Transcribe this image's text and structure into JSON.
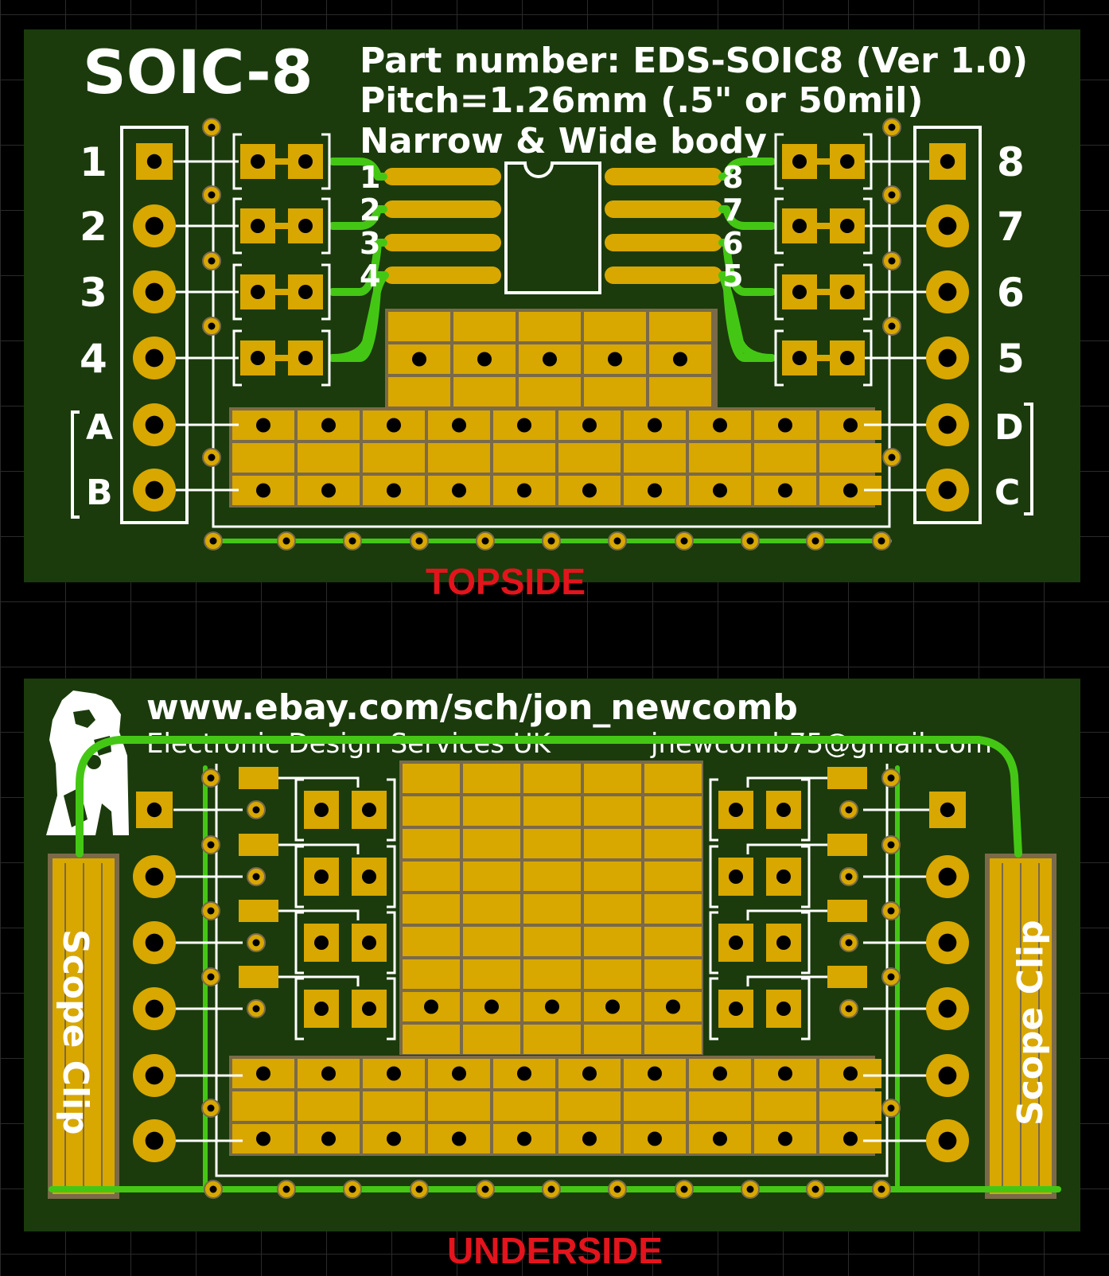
{
  "topside": {
    "title": "SOIC-8",
    "part_number": "Part number: EDS-SOIC8  (Ver 1.0)",
    "pitch": "Pitch=1.26mm (.5\" or 50mil)",
    "body": "Narrow & Wide body",
    "left_pins": [
      "1",
      "2",
      "3",
      "4",
      "A",
      "B"
    ],
    "right_pins": [
      "8",
      "7",
      "6",
      "5",
      "D",
      "C"
    ],
    "ic_left_labels": [
      "1",
      "2",
      "3",
      "4"
    ],
    "ic_right_labels": [
      "8",
      "7",
      "6",
      "5"
    ],
    "caption": "TOPSIDE"
  },
  "underside": {
    "url": "www.ebay.com/sch/jon_newcomb",
    "company": "Electronic Design Services UK",
    "email": "jnewcomb75@gmail.com",
    "scope_clip_left": "Scope Clip",
    "scope_clip_right": "Scope Clip",
    "caption": "UNDERSIDE"
  },
  "colors": {
    "board": "#1b3b0c",
    "copper": "#d8a700",
    "trace": "#44c714",
    "silk": "#ffffff",
    "caption": "#e3141c"
  }
}
